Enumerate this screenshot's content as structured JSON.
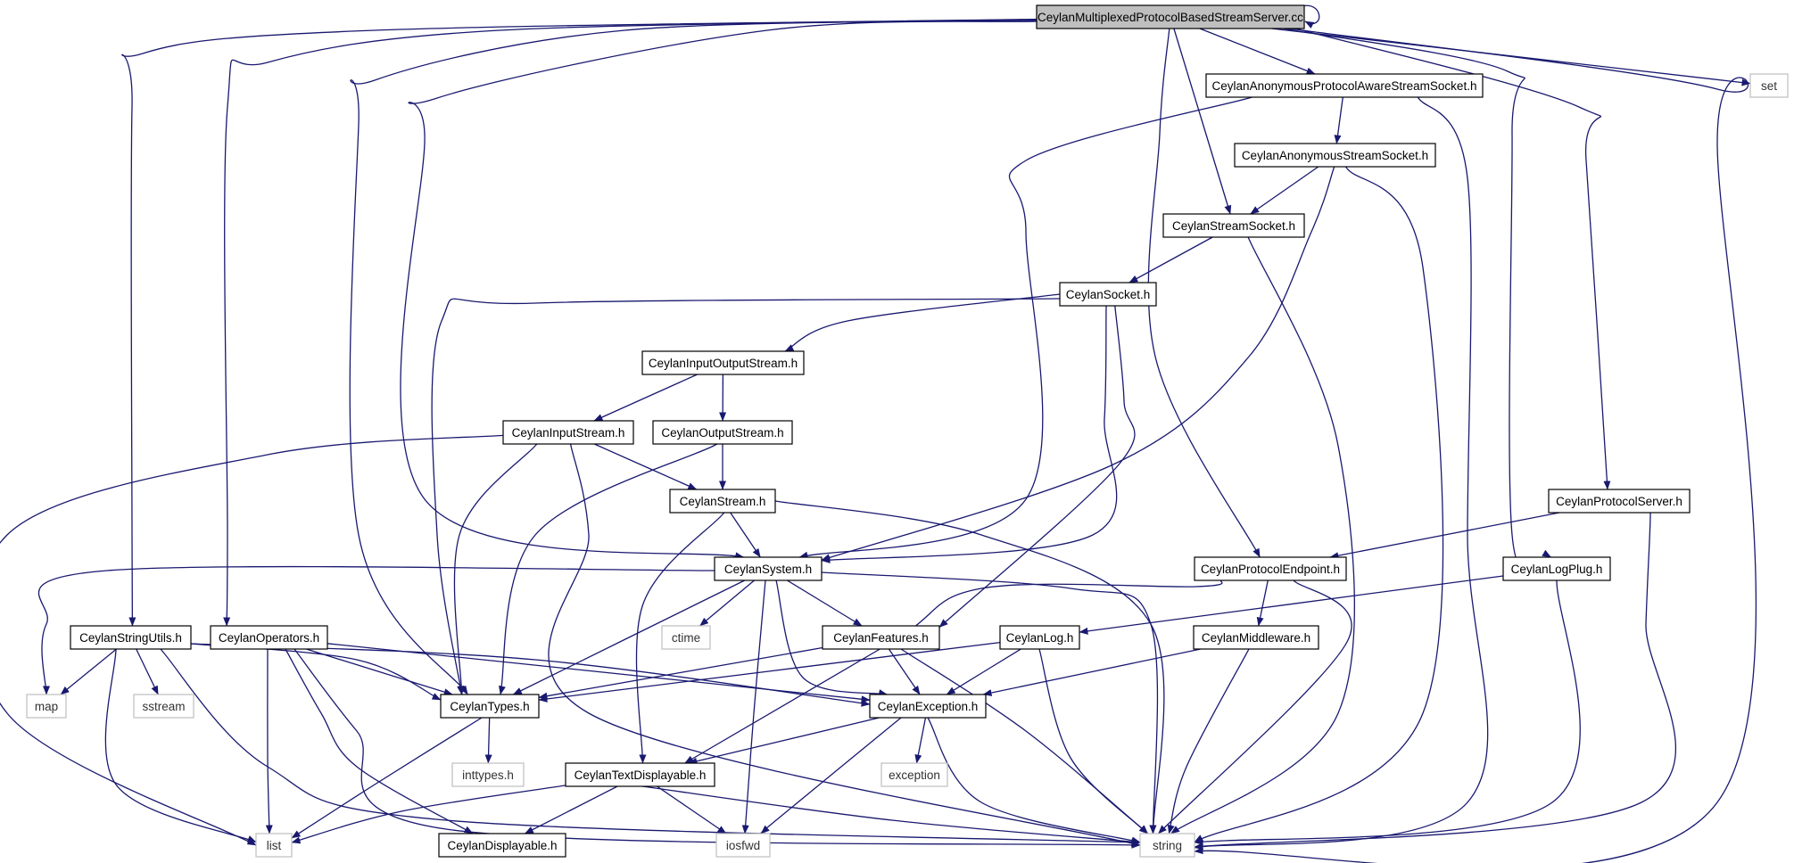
{
  "graph": {
    "nodes": [
      {
        "id": "root",
        "label": "CeylanMultiplexedProtocolBasedStreamServer.cc",
        "kind": "root"
      },
      {
        "id": "anonpa",
        "label": "CeylanAnonymousProtocolAwareStreamSocket.h",
        "kind": "header"
      },
      {
        "id": "set",
        "label": "set",
        "kind": "external"
      },
      {
        "id": "anonss",
        "label": "CeylanAnonymousStreamSocket.h",
        "kind": "header"
      },
      {
        "id": "ss",
        "label": "CeylanStreamSocket.h",
        "kind": "header"
      },
      {
        "id": "sock",
        "label": "CeylanSocket.h",
        "kind": "header"
      },
      {
        "id": "ios",
        "label": "CeylanInputOutputStream.h",
        "kind": "header"
      },
      {
        "id": "is",
        "label": "CeylanInputStream.h",
        "kind": "header"
      },
      {
        "id": "os",
        "label": "CeylanOutputStream.h",
        "kind": "header"
      },
      {
        "id": "stream",
        "label": "CeylanStream.h",
        "kind": "header"
      },
      {
        "id": "pserv",
        "label": "CeylanProtocolServer.h",
        "kind": "header"
      },
      {
        "id": "sys",
        "label": "CeylanSystem.h",
        "kind": "header"
      },
      {
        "id": "pend",
        "label": "CeylanProtocolEndpoint.h",
        "kind": "header"
      },
      {
        "id": "lplug",
        "label": "CeylanLogPlug.h",
        "kind": "header"
      },
      {
        "id": "su",
        "label": "CeylanStringUtils.h",
        "kind": "header"
      },
      {
        "id": "ops",
        "label": "CeylanOperators.h",
        "kind": "header"
      },
      {
        "id": "ctime",
        "label": "ctime",
        "kind": "external"
      },
      {
        "id": "feat",
        "label": "CeylanFeatures.h",
        "kind": "header"
      },
      {
        "id": "log",
        "label": "CeylanLog.h",
        "kind": "header"
      },
      {
        "id": "mw",
        "label": "CeylanMiddleware.h",
        "kind": "header"
      },
      {
        "id": "map",
        "label": "map",
        "kind": "external"
      },
      {
        "id": "sstream",
        "label": "sstream",
        "kind": "external"
      },
      {
        "id": "types",
        "label": "CeylanTypes.h",
        "kind": "header"
      },
      {
        "id": "exc",
        "label": "CeylanException.h",
        "kind": "header"
      },
      {
        "id": "inttypes",
        "label": "inttypes.h",
        "kind": "external"
      },
      {
        "id": "except",
        "label": "exception",
        "kind": "external"
      },
      {
        "id": "td",
        "label": "CeylanTextDisplayable.h",
        "kind": "header"
      },
      {
        "id": "list",
        "label": "list",
        "kind": "external"
      },
      {
        "id": "disp",
        "label": "CeylanDisplayable.h",
        "kind": "header"
      },
      {
        "id": "iosfwd",
        "label": "iosfwd",
        "kind": "external"
      },
      {
        "id": "string",
        "label": "string",
        "kind": "external"
      }
    ],
    "edges": [
      [
        "root",
        "root"
      ],
      [
        "root",
        "anonpa"
      ],
      [
        "root",
        "set"
      ],
      [
        "root",
        "ss"
      ],
      [
        "root",
        "pend"
      ],
      [
        "root",
        "pserv"
      ],
      [
        "root",
        "lplug"
      ],
      [
        "root",
        "string"
      ],
      [
        "root",
        "su"
      ],
      [
        "root",
        "ops"
      ],
      [
        "root",
        "types"
      ],
      [
        "root",
        "sys"
      ],
      [
        "anonpa",
        "anonss"
      ],
      [
        "anonpa",
        "sys"
      ],
      [
        "anonpa",
        "string"
      ],
      [
        "anonss",
        "ss"
      ],
      [
        "anonss",
        "sys"
      ],
      [
        "anonss",
        "string"
      ],
      [
        "ss",
        "sock"
      ],
      [
        "ss",
        "string"
      ],
      [
        "sock",
        "ios"
      ],
      [
        "sock",
        "sys"
      ],
      [
        "sock",
        "types"
      ],
      [
        "sock",
        "feat"
      ],
      [
        "ios",
        "is"
      ],
      [
        "ios",
        "os"
      ],
      [
        "is",
        "stream"
      ],
      [
        "is",
        "types"
      ],
      [
        "is",
        "list"
      ],
      [
        "is",
        "string"
      ],
      [
        "os",
        "stream"
      ],
      [
        "os",
        "types"
      ],
      [
        "stream",
        "sys"
      ],
      [
        "stream",
        "td"
      ],
      [
        "stream",
        "string"
      ],
      [
        "pserv",
        "pend"
      ],
      [
        "pserv",
        "string"
      ],
      [
        "sys",
        "map"
      ],
      [
        "sys",
        "ctime"
      ],
      [
        "sys",
        "feat"
      ],
      [
        "sys",
        "types"
      ],
      [
        "sys",
        "exc"
      ],
      [
        "sys",
        "iosfwd"
      ],
      [
        "sys",
        "string"
      ],
      [
        "pend",
        "mw"
      ],
      [
        "pend",
        "td"
      ],
      [
        "pend",
        "string"
      ],
      [
        "lplug",
        "log"
      ],
      [
        "lplug",
        "string"
      ],
      [
        "su",
        "map"
      ],
      [
        "su",
        "sstream"
      ],
      [
        "su",
        "types"
      ],
      [
        "su",
        "exc"
      ],
      [
        "su",
        "list"
      ],
      [
        "su",
        "string"
      ],
      [
        "ops",
        "types"
      ],
      [
        "ops",
        "exc"
      ],
      [
        "ops",
        "list"
      ],
      [
        "ops",
        "disp"
      ],
      [
        "ops",
        "string"
      ],
      [
        "feat",
        "types"
      ],
      [
        "feat",
        "exc"
      ],
      [
        "feat",
        "string"
      ],
      [
        "log",
        "types"
      ],
      [
        "log",
        "exc"
      ],
      [
        "log",
        "string"
      ],
      [
        "mw",
        "exc"
      ],
      [
        "mw",
        "string"
      ],
      [
        "types",
        "inttypes"
      ],
      [
        "types",
        "list"
      ],
      [
        "exc",
        "except"
      ],
      [
        "exc",
        "td"
      ],
      [
        "exc",
        "iosfwd"
      ],
      [
        "exc",
        "string"
      ],
      [
        "td",
        "list"
      ],
      [
        "td",
        "disp"
      ],
      [
        "td",
        "iosfwd"
      ],
      [
        "td",
        "string"
      ]
    ]
  },
  "colors": {
    "edge": "#191970",
    "root_fill": "#bfbfbf",
    "root_stroke": "#000000",
    "header_stroke": "#000000",
    "external_stroke": "#bfbfbf",
    "text": "#000000"
  }
}
